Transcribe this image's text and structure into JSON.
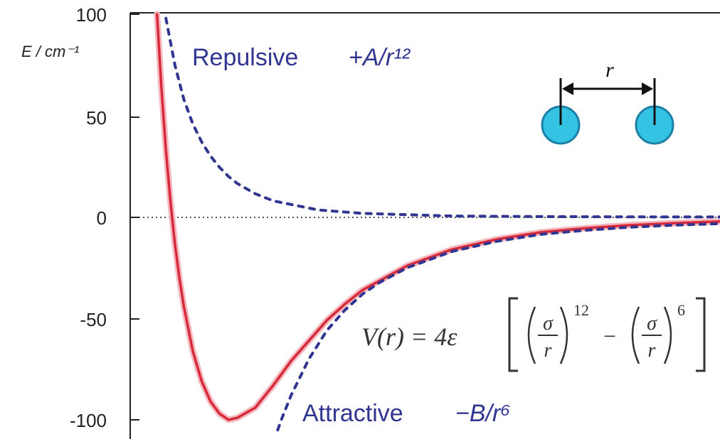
{
  "chart_data": {
    "type": "line",
    "ylabel": "E / cm⁻¹",
    "xlabel": "",
    "title": "",
    "xlim": [
      3.4,
      10.0
    ],
    "ylim": [
      -105,
      100
    ],
    "yticks": [
      100,
      50,
      0,
      -50,
      -100
    ],
    "ytick_labels": [
      "100",
      "50",
      "0",
      "-50",
      "-100"
    ],
    "grid": false,
    "series": [
      {
        "name": "",
        "style": "solid",
        "color": "#d62a3a",
        "x": [
          3.7,
          3.75,
          3.8,
          3.85,
          3.9,
          3.95,
          4.0,
          4.1,
          4.2,
          4.3,
          4.4,
          4.5,
          4.6,
          4.8,
          5.0,
          5.2,
          5.4,
          5.6,
          5.8,
          6.0,
          6.5,
          7.0,
          7.5,
          8.0,
          8.5,
          9.0,
          9.5,
          10.0
        ],
        "y": [
          100,
          63,
          33,
          8,
          -13,
          -30,
          -44,
          -66,
          -81,
          -91,
          -97,
          -100,
          -99,
          -94,
          -83,
          -71,
          -61,
          -51,
          -43,
          -36,
          -24,
          -16,
          -11,
          -7.5,
          -5.5,
          -4,
          -3,
          -2.2
        ]
      },
      {
        "name": "Repulsive",
        "style": "dotted",
        "color": "#2f3590",
        "x": [
          3.8,
          3.9,
          4.0,
          4.1,
          4.2,
          4.3,
          4.4,
          4.5,
          4.6,
          4.8,
          5.0,
          5.5,
          6.0,
          7.0,
          8.0,
          9.0,
          10.0
        ],
        "y": [
          98,
          75,
          58,
          46,
          37,
          30,
          24.5,
          20,
          16.5,
          11.5,
          8,
          3.5,
          1.8,
          0.5,
          0.2,
          0.08,
          0.03
        ]
      },
      {
        "name": "Attractive",
        "style": "dotted",
        "color": "#2f3590",
        "x": [
          5.05,
          5.1,
          5.2,
          5.3,
          5.4,
          5.5,
          5.6,
          5.8,
          6.0,
          6.2,
          6.5,
          7.0,
          7.5,
          8.0,
          8.5,
          9.0,
          9.5,
          10.0
        ],
        "y": [
          -105,
          -99,
          -88,
          -79,
          -70,
          -63,
          -56,
          -46,
          -38,
          -32,
          -25,
          -17,
          -12,
          -8.5,
          -6.5,
          -5,
          -4,
          -3.3
        ]
      }
    ],
    "annotations": [
      {
        "text": "Repulsive",
        "color": "#2f3590"
      },
      {
        "text": "+A/r¹²",
        "color": "#2f3590"
      },
      {
        "text": "Attractive",
        "color": "#2f3590"
      },
      {
        "text": "−B/r⁶",
        "color": "#2f3590"
      },
      {
        "text": "r",
        "color": "#111111"
      }
    ],
    "equation": {
      "lhs": "V(r) = 4ε",
      "sigma": "σ",
      "r": "r",
      "exp12": "12",
      "exp6": "6",
      "minus": "−"
    }
  },
  "colors": {
    "lj": "#d62a3a",
    "components": "#2f3590",
    "atom_fill": "#34c3e3",
    "atom_edge": "#1c7fa6",
    "zero_line": "#222222"
  }
}
